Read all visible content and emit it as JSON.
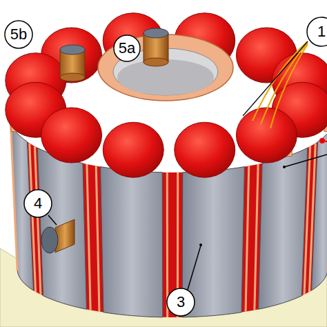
{
  "diagram": {
    "labels": [
      "5a",
      "5b",
      "1",
      "4",
      "3"
    ]
  }
}
